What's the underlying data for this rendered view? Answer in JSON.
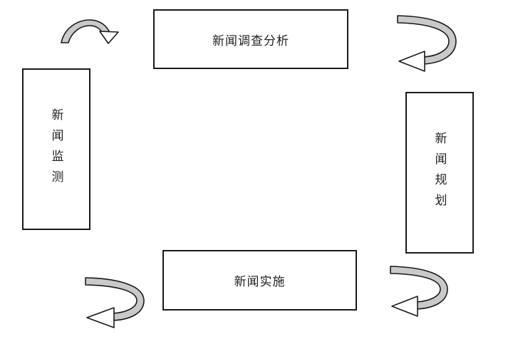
{
  "diagram": {
    "nodes": {
      "top": "新闻调查分析",
      "right": "新闻规划",
      "bottom": "新闻实施",
      "left": "新闻监测"
    },
    "colors": {
      "arrow_fill": "#c9c9c9",
      "stroke": "#1a1a1a",
      "background": "#ffffff"
    },
    "arrows": [
      {
        "id": "arrow-top-left",
        "icon": "curved-arrow-right-icon",
        "from": "left",
        "to": "top"
      },
      {
        "id": "arrow-top-right",
        "icon": "curved-arrow-left-icon",
        "from": "top",
        "to": "right"
      },
      {
        "id": "arrow-bottom-right",
        "icon": "curved-arrow-left-icon",
        "from": "right",
        "to": "bottom"
      },
      {
        "id": "arrow-bottom-left",
        "icon": "curved-arrow-left-icon",
        "from": "bottom",
        "to": "left"
      }
    ]
  }
}
